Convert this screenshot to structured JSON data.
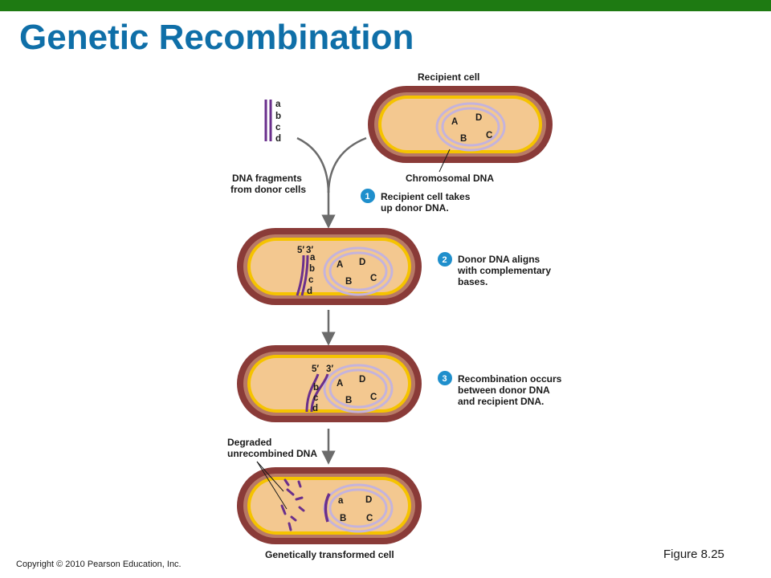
{
  "slide": {
    "title": "Genetic Recombination",
    "figure_label": "Figure 8.25",
    "copyright": "Copyright © 2010 Pearson Education, Inc."
  },
  "labels": {
    "recipient_cell": "Recipient cell",
    "chromosomal_dna": "Chromosomal DNA",
    "dna_fragments": [
      "DNA fragments",
      "from donor cells"
    ],
    "degraded": [
      "Degraded",
      "unrecombined DNA"
    ],
    "transformed": "Genetically transformed cell"
  },
  "donor_genes": [
    "a",
    "b",
    "c",
    "d"
  ],
  "recipient_genes": [
    "A",
    "B",
    "C",
    "D"
  ],
  "strand_ends": [
    "5′",
    "3′"
  ],
  "steps": [
    {
      "number": "1",
      "lines": [
        "Recipient cell takes",
        "up donor DNA."
      ]
    },
    {
      "number": "2",
      "lines": [
        "Donor DNA aligns",
        "with complementary",
        "bases."
      ]
    },
    {
      "number": "3",
      "lines": [
        "Recombination occurs",
        "between donor DNA",
        "and recipient DNA."
      ]
    }
  ],
  "colors": {
    "title": "#0f6fa8",
    "top_bar": "#1e7a12",
    "cell_wall": "#8a3b38",
    "cytoplasm": "#f3c890",
    "membrane": "#f5c300",
    "chromosome": "#c4b3dc",
    "donor_dna": "#6a2f8c",
    "step_badge": "#1f8fcc"
  }
}
